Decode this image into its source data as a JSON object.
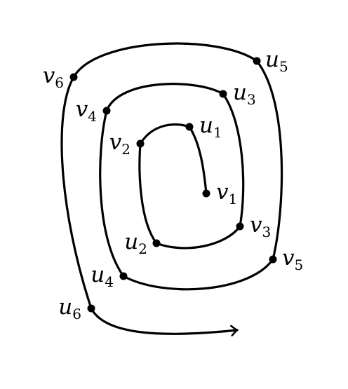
{
  "diagram": {
    "type": "spiral path through labeled vertices",
    "stroke_color": "#000000",
    "end_marker": "arrow",
    "vertices": [
      {
        "id": "v1",
        "letter": "v",
        "index": "1"
      },
      {
        "id": "u1",
        "letter": "u",
        "index": "1"
      },
      {
        "id": "v2",
        "letter": "v",
        "index": "2"
      },
      {
        "id": "u2",
        "letter": "u",
        "index": "2"
      },
      {
        "id": "v3",
        "letter": "v",
        "index": "3"
      },
      {
        "id": "u3",
        "letter": "u",
        "index": "3"
      },
      {
        "id": "v4",
        "letter": "v",
        "index": "4"
      },
      {
        "id": "u4",
        "letter": "u",
        "index": "4"
      },
      {
        "id": "v5",
        "letter": "v",
        "index": "5"
      },
      {
        "id": "u5",
        "letter": "u",
        "index": "5"
      },
      {
        "id": "v6",
        "letter": "v",
        "index": "6"
      },
      {
        "id": "u6",
        "letter": "u",
        "index": "6"
      }
    ],
    "path_order": [
      "v1",
      "u1",
      "v2",
      "u2",
      "v3",
      "u3",
      "v4",
      "u4",
      "v5",
      "u5",
      "v6",
      "u6"
    ]
  }
}
